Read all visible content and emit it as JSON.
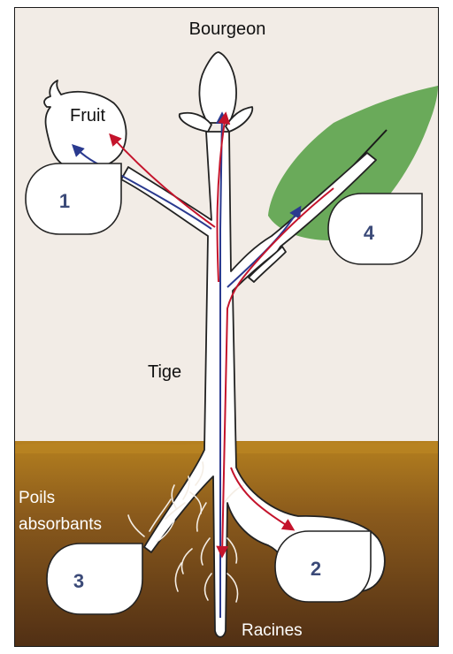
{
  "labels": {
    "bud": "Bourgeon",
    "fruit": "Fruit",
    "stem": "Tige",
    "root_hairs_line1": "Poils",
    "root_hairs_line2": "absorbants",
    "roots": "Racines"
  },
  "callouts": [
    {
      "id": "callout-1",
      "number": "1"
    },
    {
      "id": "callout-2",
      "number": "2"
    },
    {
      "id": "callout-3",
      "number": "3"
    },
    {
      "id": "callout-4",
      "number": "4"
    }
  ],
  "colors": {
    "sky": "#f2ece6",
    "soil_top": "#b07a1c",
    "soil_bottom": "#5a3417",
    "leaf": "#6aaa5a",
    "xylem_arrow": "#2a3a8f",
    "phloem_arrow": "#c4142c",
    "callout_stroke": "#222222",
    "callout_number": "#3b4a78"
  }
}
